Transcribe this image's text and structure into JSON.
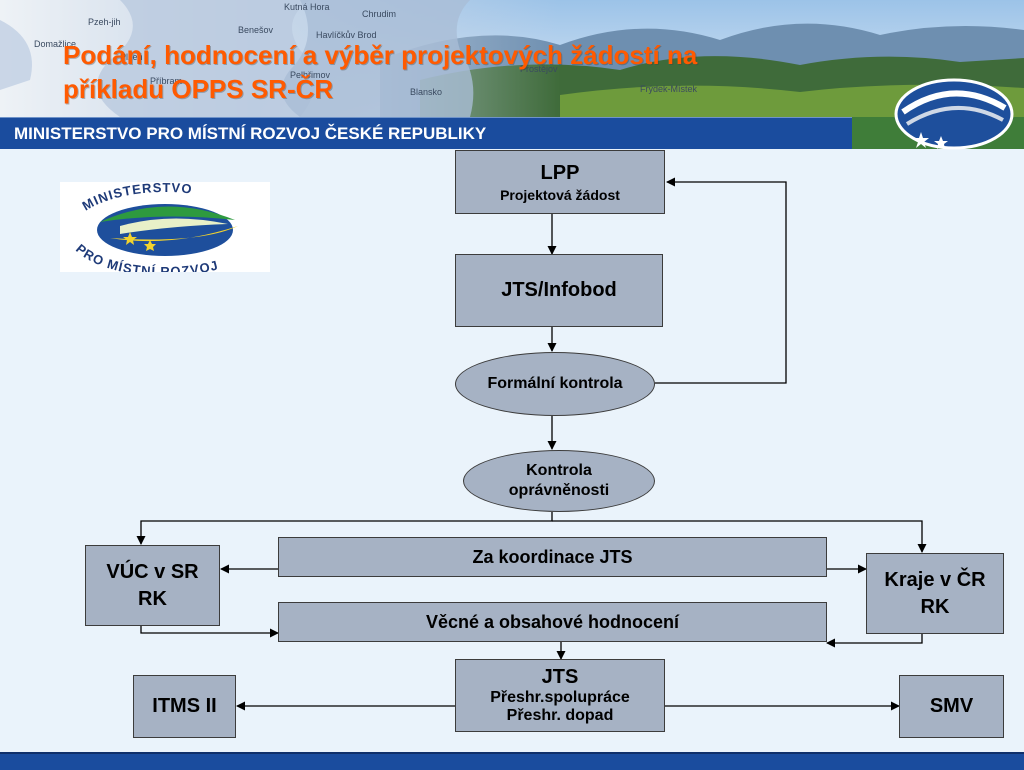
{
  "header": {
    "title_line1": "Podání, hodnocení a výběr projektových žádostí na",
    "title_line2": "příkladu OPPS SR-ČR",
    "ministry_label": "MINISTERSTVO PRO MÍSTNÍ ROZVOJ ČESKÉ REPUBLIKY",
    "map_places": [
      "Pzeh-jih",
      "Domažlice",
      "Plzeň",
      "Kutná Hora",
      "Chrudim",
      "Benešov",
      "Havlíčkův Brod",
      "Příbram",
      "Pelhřimov",
      "Blansko",
      "Prostějov",
      "Frýdek-Místek"
    ]
  },
  "logo": {
    "text_top": "MINISTERSTVO",
    "text_bottom": "PRO MÍSTNÍ ROZVOJ"
  },
  "diagram": {
    "lpp_title": "LPP",
    "lpp_subtitle": "Projektová žádost",
    "jts_infobod": "JTS/Infobod",
    "formalni_kontrola": "Formální kontrola",
    "kontrola_line1": "Kontrola",
    "kontrola_line2": "oprávněnosti",
    "vuc_line1": "VÚC v SR",
    "vuc_line2": "RK",
    "koordinace": "Za koordinace JTS",
    "kraje_line1": "Kraje v ČR",
    "kraje_line2": "RK",
    "hodnoceni": "Věcné a obsahové hodnocení",
    "jts_title": "JTS",
    "jts_line1": "Přeshr.spolupráce",
    "jts_line2": "Přeshr. dopad",
    "itms": "ITMS II",
    "smv": "SMV"
  },
  "colors": {
    "title": "#ff5a00",
    "ministry_bar": "#1a4c9e",
    "node_fill": "#a6b2c4",
    "background": "#eaf3fb"
  }
}
